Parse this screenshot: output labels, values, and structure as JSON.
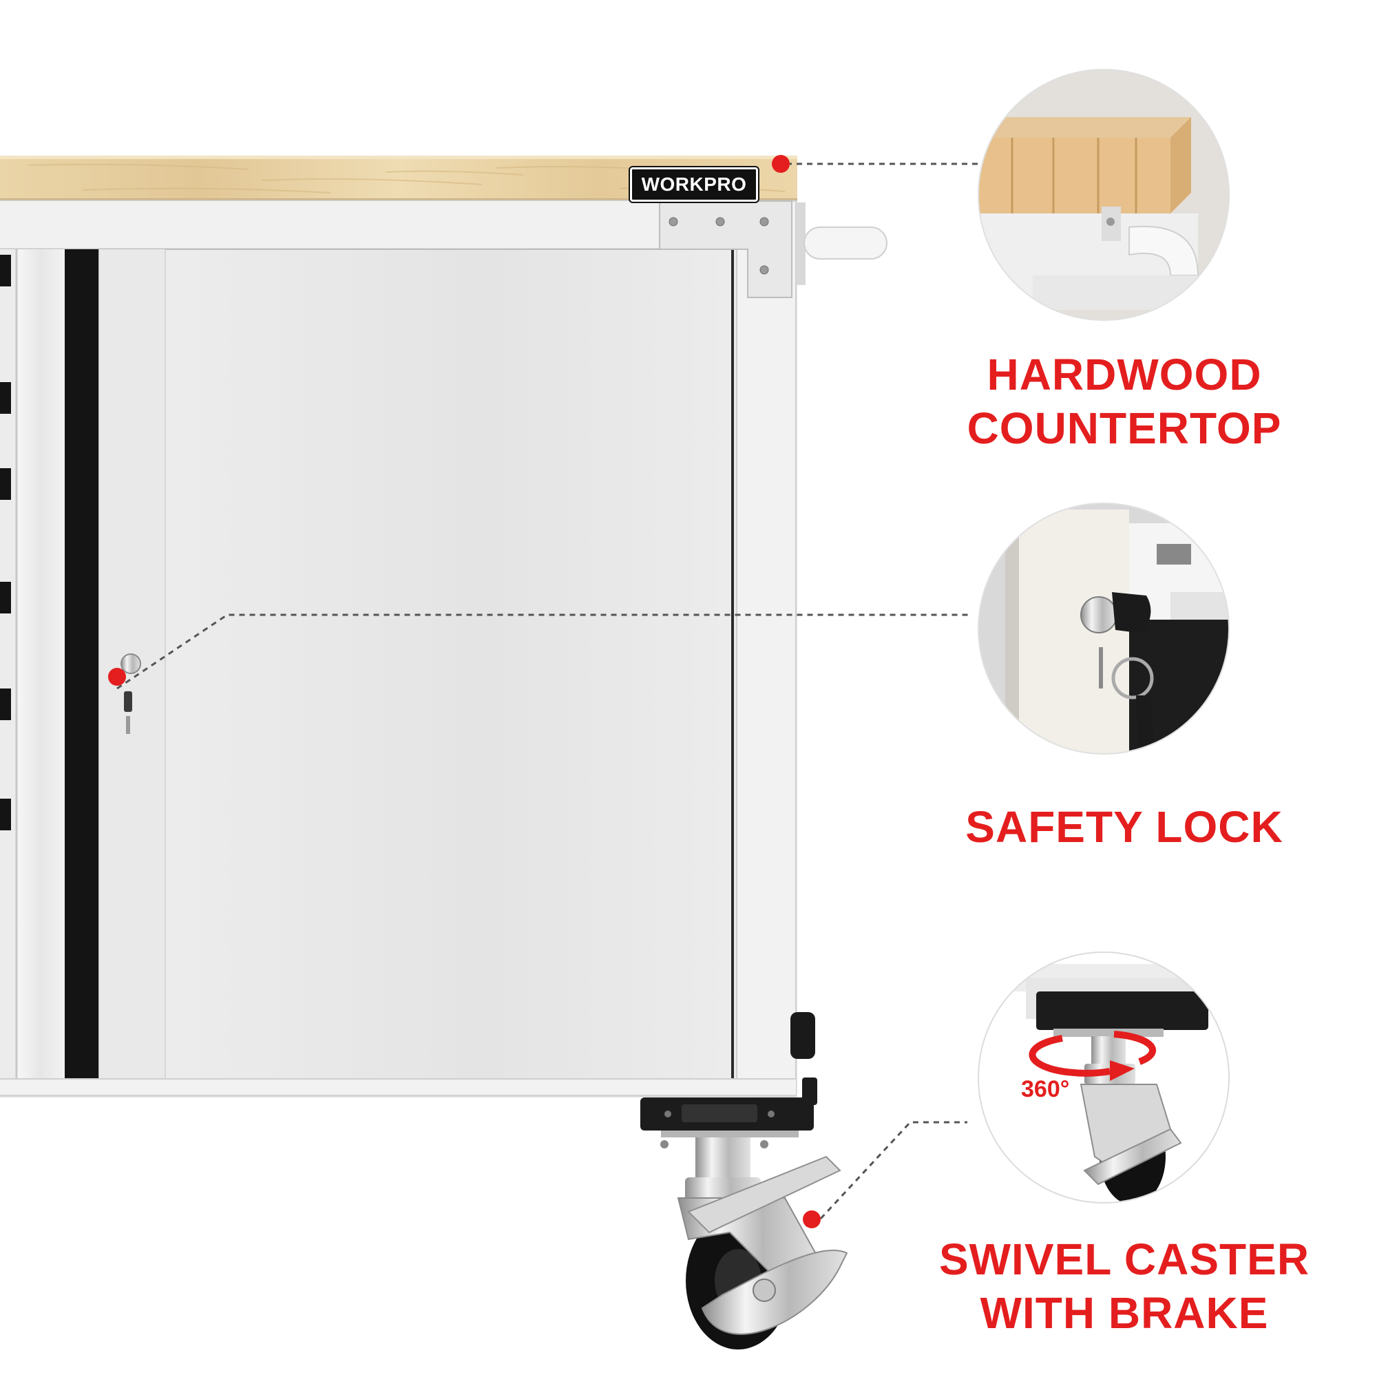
{
  "brand": {
    "logo_text": "WORKPRO"
  },
  "callouts": [
    {
      "id": "countertop",
      "label_line1": "HARDWOOD",
      "label_line2": "COUNTERTOP"
    },
    {
      "id": "lock",
      "label_line1": "SAFETY LOCK",
      "label_line2": ""
    },
    {
      "id": "caster",
      "label_line1": "SWIVEL CASTER",
      "label_line2": "WITH BRAKE",
      "rotation_text": "360°"
    }
  ],
  "colors": {
    "accent_red": "#e41e1e",
    "cabinet_white": "#f1f1f1",
    "wood": "#e8cf9f",
    "dashed_line": "#555555",
    "black_trim": "#141414"
  },
  "icons": [
    "callout-dot-icon",
    "rotation-arrow-icon"
  ]
}
